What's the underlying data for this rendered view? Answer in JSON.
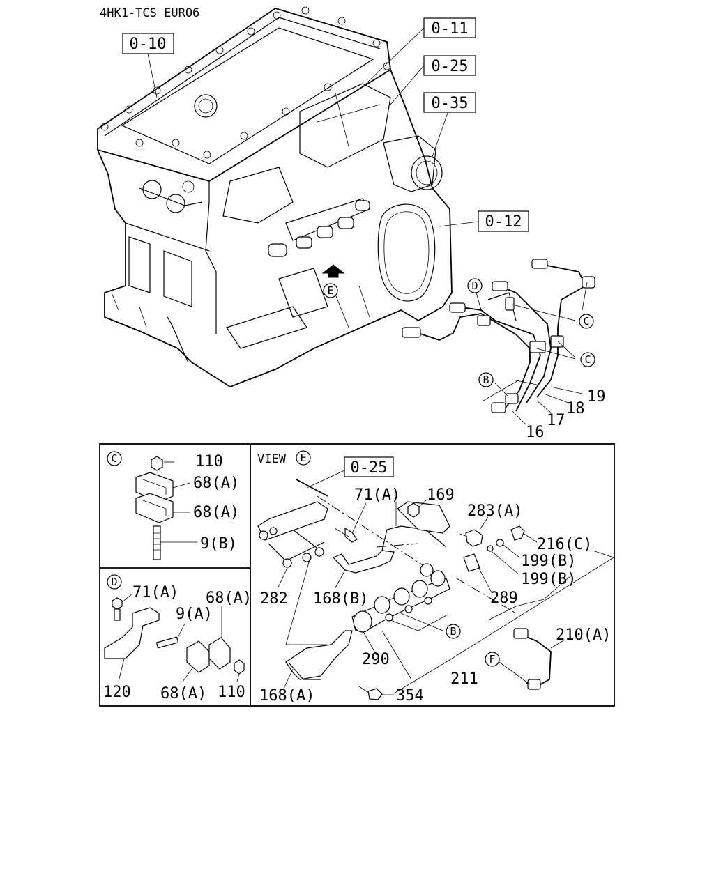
{
  "header": {
    "title": "4HK1-TCS EURO6"
  },
  "ref_boxes": {
    "r010": "0-10",
    "r011": "0-11",
    "r025": "0-25",
    "r035": "0-35",
    "r012": "0-12",
    "r025b": "0-25"
  },
  "top_labels": {
    "c1": "C",
    "c2": "C",
    "d": "D",
    "b": "B",
    "e": "E",
    "p19": "19",
    "p18": "18",
    "p17": "17",
    "p16": "16"
  },
  "panel_c": {
    "tag": "C",
    "p110": "110",
    "p68a1": "68(A)",
    "p68a2": "68(A)",
    "p9b": "9(B)"
  },
  "panel_d": {
    "tag": "D",
    "p71a": "71(A)",
    "p68a_top": "68(A)",
    "p9a": "9(A)",
    "p120": "120",
    "p68a_bot": "68(A)",
    "p110": "110"
  },
  "panel_e": {
    "view_word": "VIEW",
    "view_tag": "E",
    "p71a": "71(A)",
    "p169": "169",
    "p283a": "283(A)",
    "p216c": "216(C)",
    "p199b1": "199(B)",
    "p199b2": "199(B)",
    "p289": "289",
    "p282": "282",
    "p168b": "168(B)",
    "b_tag": "B",
    "p210a": "210(A)",
    "f_tag": "F",
    "p290": "290",
    "p211": "211",
    "p168a": "168(A)",
    "p354": "354"
  }
}
